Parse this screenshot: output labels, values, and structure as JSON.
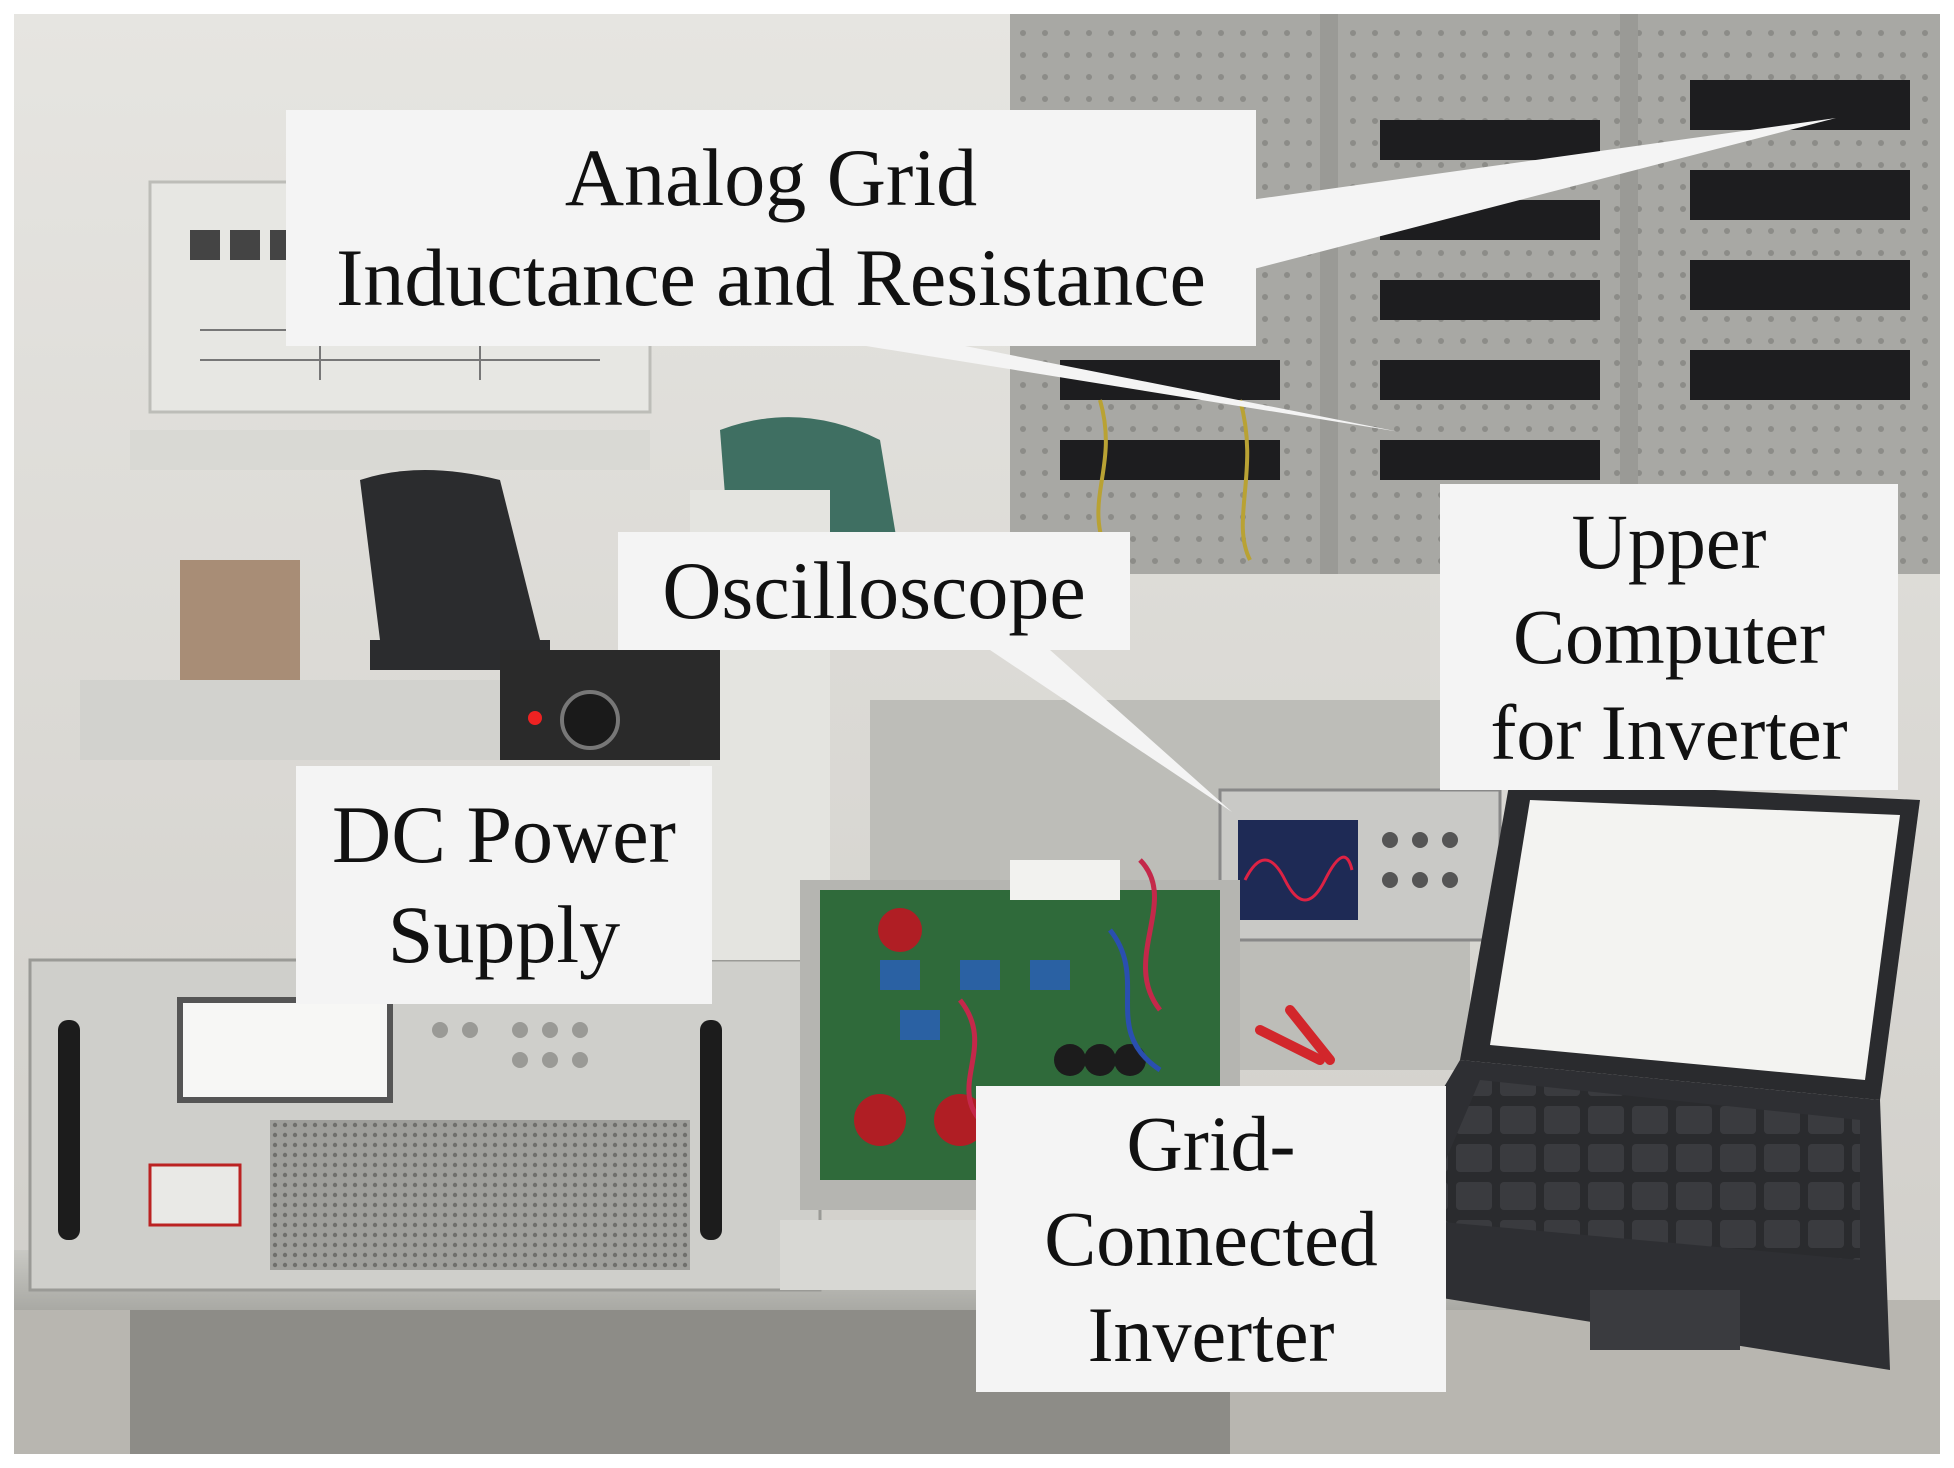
{
  "image": {
    "kind": "photo",
    "subject": "laboratory experimental platform with labeled equipment"
  },
  "callouts": {
    "grid": {
      "lines": [
        "Analog Grid",
        "Inductance and Resistance"
      ]
    },
    "oscilloscope": {
      "lines": [
        "Oscilloscope"
      ]
    },
    "dc_supply": {
      "lines": [
        "DC Power",
        "Supply"
      ]
    },
    "upper_pc": {
      "lines": [
        "Upper",
        "Computer",
        "for Inverter"
      ]
    },
    "inverter": {
      "lines": [
        "Grid-",
        "Connected",
        "Inverter"
      ]
    }
  },
  "colors": {
    "callout_bg": "#f4f4f4",
    "text": "#111111",
    "wall": "#d9d8d4",
    "cabinet": "#b9b9b4",
    "pcb": "#2f6a3a",
    "laptop": "#2a2b2e"
  }
}
